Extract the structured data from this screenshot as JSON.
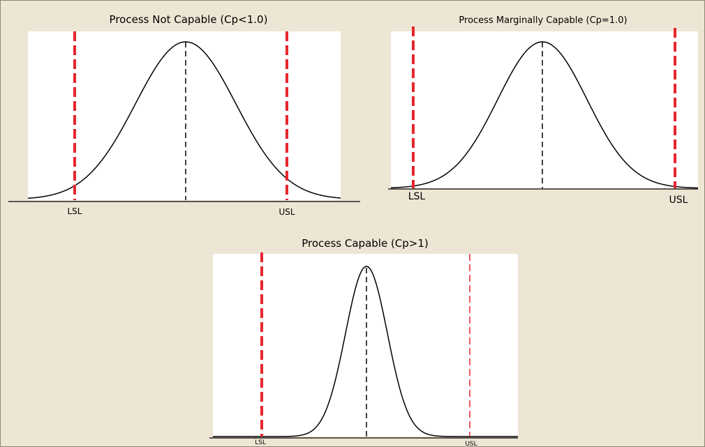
{
  "colors": {
    "background": "#ede6d4",
    "plot_area": "#ffffff",
    "curve": "#000000",
    "spec_limit": "#e8262d"
  },
  "panels": [
    {
      "title": "Process Not Capable (Cp<1.0)",
      "lsl_label": "LSL",
      "usl_label": "USL",
      "spread": "wide"
    },
    {
      "title": "Process Marginally Capable (Cp=1.0)",
      "lsl_label": "LSL",
      "usl_label": "USL",
      "spread": "equal"
    },
    {
      "title": "Process Capable (Cp>1)",
      "lsl_label": "LSL",
      "usl_label": "USL",
      "spread": "narrow"
    }
  ]
}
